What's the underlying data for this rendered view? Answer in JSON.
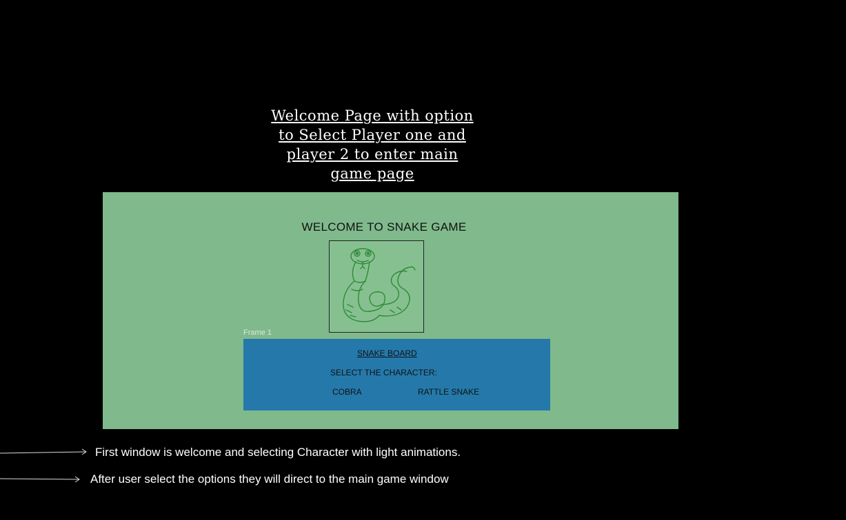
{
  "annotation": {
    "heading": "Welcome Page with option to Select Player one and player 2 to enter  main game page"
  },
  "welcome_frame": {
    "title": "WELCOME TO SNAKE  GAME",
    "snake_image_icon": "snake-illustration-icon"
  },
  "frame_label": "Frame 1",
  "snake_board": {
    "title": "SNAKE BOARD",
    "select_label": "SELECT  THE CHARACTER:",
    "options": [
      "COBRA",
      "RATTLE SNAKE"
    ]
  },
  "notes": [
    "First window is  welcome and selecting Character with light animations.",
    "After user select the options they will direct to the main game window"
  ],
  "colors": {
    "background": "#000000",
    "welcome_frame": "#7fb98c",
    "snake_board": "#2479aa"
  }
}
